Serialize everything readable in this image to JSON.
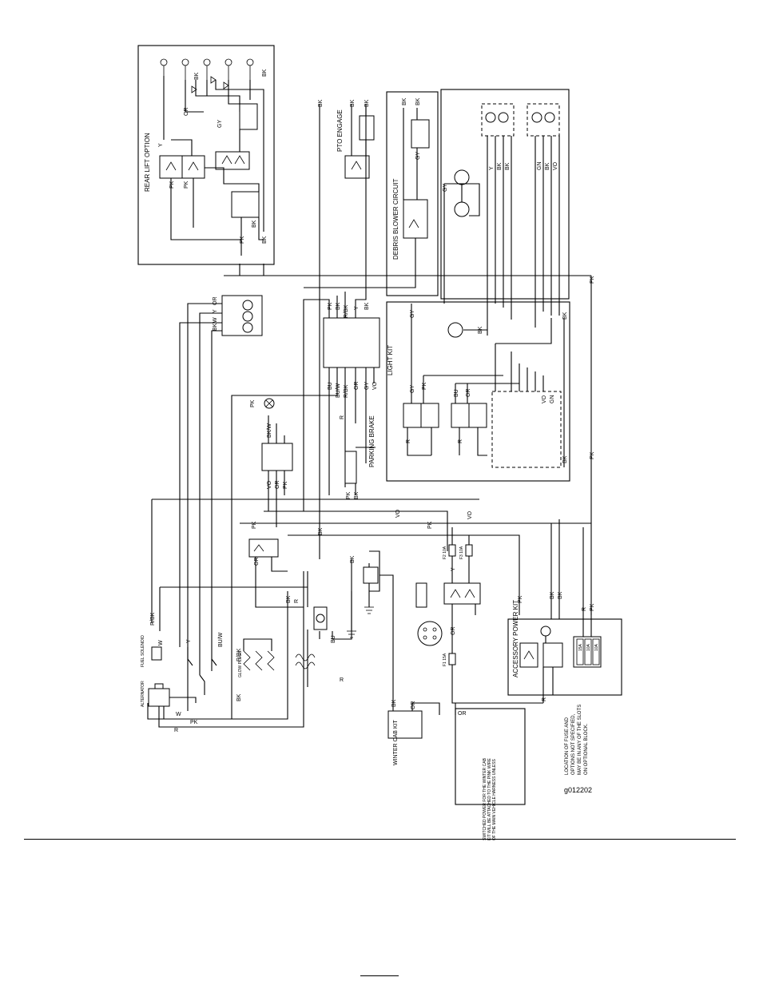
{
  "figure_id": "g012202",
  "sections": {
    "rear_lift": "REAR LIFT OPTION",
    "pto_engage": "PTO ENGAGE",
    "debris_blower": "DEBRIS BLOWER CIRCUIT",
    "light_kit": "LIGHT KIT",
    "parking_brake": "PARKING BRAKE",
    "accessory_power": "ACCESSORY POWER KIT",
    "winter_cab": "WINTER CAB KIT"
  },
  "components": {
    "fuel_solenoid": "FUEL SOLENOID",
    "alternator": "ALTERNATOR",
    "glow_plugs": "GLOW PLUGS",
    "fuse_f1": "F1 15A",
    "fuse_f2": "F2 10A",
    "fuse_f3": "F3 10A",
    "fuse_15a": "15A",
    "fuse_10a_a": "10A",
    "fuse_10a_b": "10A"
  },
  "notes": {
    "winter_cab": "SWITCHED POWER FOR THE WINTER CAB KIT WILL BE ATTACHED TO THE PINK WIRE OF THE MAIN VEHICLE HARNESS UNLESS ANOTHER MACHINE OPTION IS INSTALLED.",
    "fuse_location": "LOCATION OF FUSE AND OPTIONS NOT SPECIFIED, MAY BE IN ANY OF THE SLOTS ON OPTIONAL BLOCK."
  },
  "wire_labels": {
    "bk": "BK",
    "pk": "PK",
    "r": "R",
    "or": "OR",
    "y": "Y",
    "w": "W",
    "gy": "GY",
    "bu": "BU",
    "vo": "VO",
    "gn": "GN",
    "r_bk": "R/BK",
    "bu_w": "BU/W",
    "bk_w": "BK/W"
  }
}
